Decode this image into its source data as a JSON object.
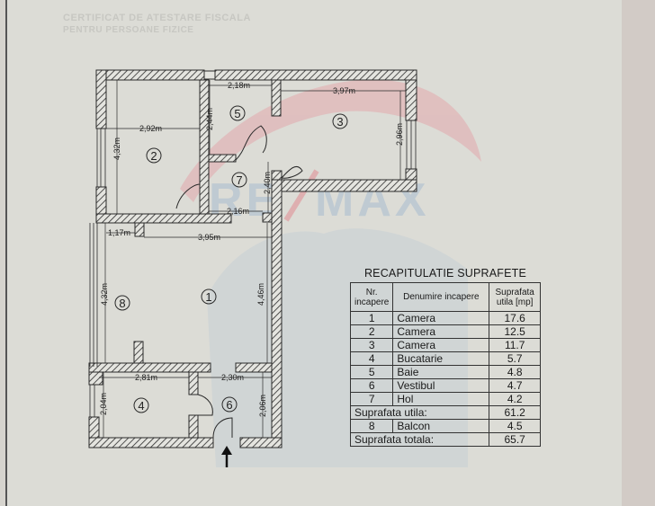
{
  "document": {
    "background_text": [
      "CERTIFICAT DE ATESTARE FISCALA",
      "PENTRU PERSOANE FIZICE"
    ],
    "watermark": "RE/MAX",
    "colors": {
      "paper": "#dcdcd6",
      "wall_ink": "#2a2a2a",
      "watermark_red": "#e3a9ad",
      "watermark_blue": "#a9bdd0"
    }
  },
  "floor_plan": {
    "rooms": [
      {
        "id": "1",
        "label": "1"
      },
      {
        "id": "2",
        "label": "2"
      },
      {
        "id": "3",
        "label": "3"
      },
      {
        "id": "4",
        "label": "4"
      },
      {
        "id": "5",
        "label": "5"
      },
      {
        "id": "6",
        "label": "6"
      },
      {
        "id": "7",
        "label": "7"
      },
      {
        "id": "8",
        "label": "8"
      }
    ],
    "dimensions": {
      "room2_width": "2,92m",
      "room2_height": "4,32m",
      "room5_width": "2,18m",
      "room5_height": "2,44m",
      "room3_width": "3,97m",
      "room3_height": "2,96m",
      "room7_width": "2,16m",
      "room7_height": "2,40m",
      "room8_width": "1,17m",
      "room8_height": "4,32m",
      "room1_width": "3,95m",
      "room1_height": "4,46m",
      "room4_width": "2,81m",
      "room4_height": "2,04m",
      "room6_width": "2,30m",
      "room6_height": "2,06m"
    },
    "entrance_arrow": "entrance"
  },
  "summary": {
    "title": "RECAPITULATIE SUPRAFETE",
    "headers": {
      "nr": "Nr. incapere",
      "name": "Denumire incapere",
      "area": "Suprafata utila [mp]"
    },
    "rows": [
      {
        "nr": "1",
        "name": "Camera",
        "area": "17.6"
      },
      {
        "nr": "2",
        "name": "Camera",
        "area": "12.5"
      },
      {
        "nr": "3",
        "name": "Camera",
        "area": "11.7"
      },
      {
        "nr": "4",
        "name": "Bucatarie",
        "area": "5.7"
      },
      {
        "nr": "5",
        "name": "Baie",
        "area": "4.8"
      },
      {
        "nr": "6",
        "name": "Vestibul",
        "area": "4.7"
      },
      {
        "nr": "7",
        "name": "Hol",
        "area": "4.2"
      }
    ],
    "useful_label": "Suprafata utila:",
    "useful_value": "61.2",
    "balcony": {
      "nr": "8",
      "name": "Balcon",
      "area": "4.5"
    },
    "total_label": "Suprafata totala:",
    "total_value": "65.7"
  }
}
